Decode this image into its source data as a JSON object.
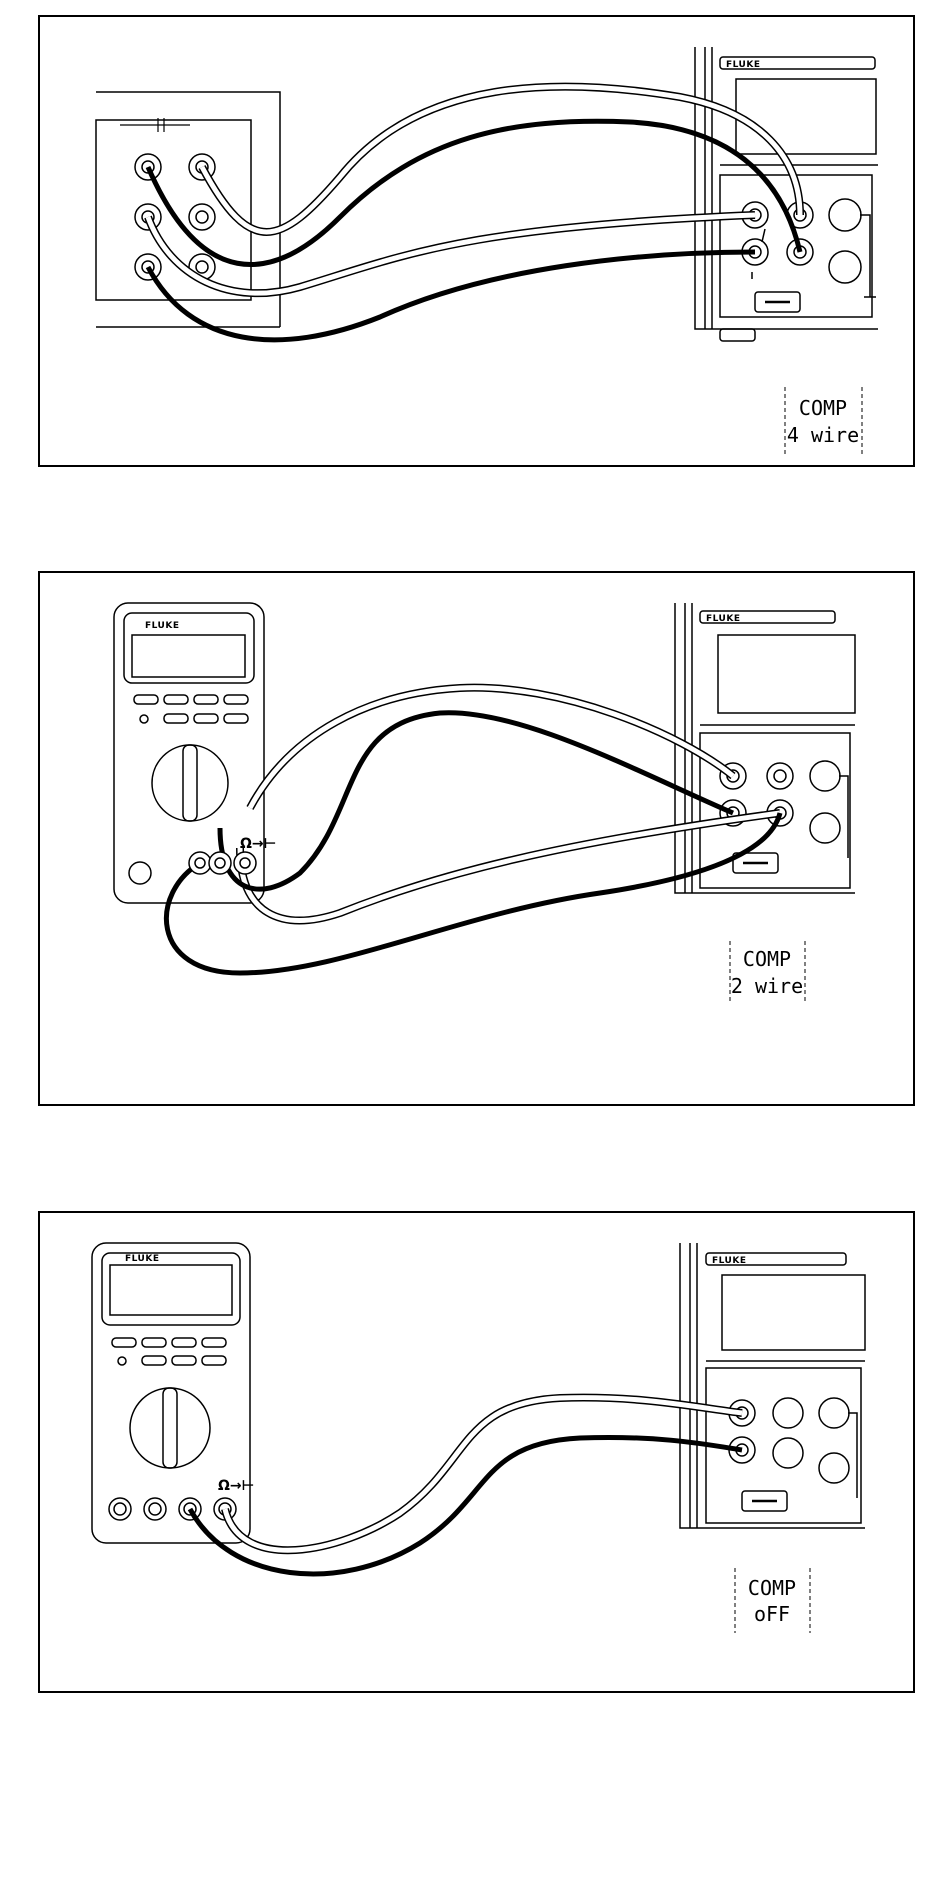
{
  "brand": "FLUKE",
  "panels": [
    {
      "id": "four-wire",
      "display": [
        "COMP",
        "4 wire"
      ]
    },
    {
      "id": "two-wire",
      "display": [
        "COMP",
        "2 wire"
      ],
      "meter_terminal": "Ω→⊢"
    },
    {
      "id": "off",
      "display": [
        "COMP",
        "oFF"
      ],
      "meter_terminal": "Ω→⊢"
    }
  ],
  "colors": {
    "line": "#000000",
    "white_lead": "#ffffff",
    "black_lead": "#000000"
  }
}
